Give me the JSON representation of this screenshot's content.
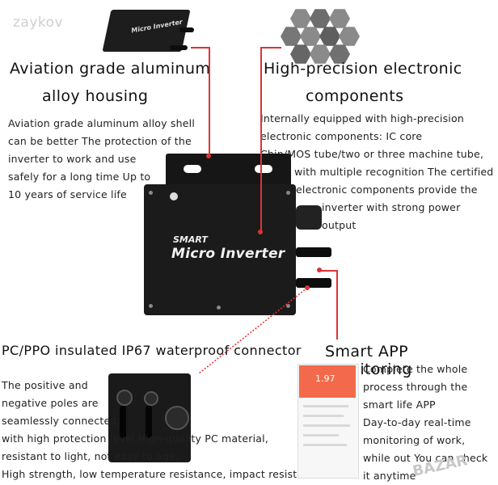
{
  "watermark": "zaykov",
  "housing": {
    "title_line1": "Aviation grade aluminum",
    "title_line2": "alloy housing",
    "text": [
      "Aviation grade aluminum alloy shell",
      "can be better The protection of the",
      "inverter to work and use",
      "safely for a long time Up to",
      "10 years of service life"
    ]
  },
  "components": {
    "title_line1": "High-precision electronic",
    "title_line2": "components",
    "text": [
      "Internally equipped with high-precision",
      "electronic components: IC core",
      "Chip/MOS tube/two or three machine tube,",
      "with multiple recognition The certified",
      "electronic components provide the",
      "inverter with strong power output"
    ]
  },
  "product": {
    "label_small": "SMART",
    "label_big": "Micro Inverter",
    "mini_label": "Micro Inverter"
  },
  "connector": {
    "title": "PC/PPO insulated IP67 waterproof connector",
    "text": [
      "The positive and",
      "negative poles are",
      "seamlessly connected,",
      "with high protection level.High-quality PC material,",
      "resistant to light, not easy to age,",
      "High strength, low temperature resistance, impact resistance"
    ]
  },
  "app": {
    "title": "Smart APP monitoring",
    "text": [
      "Complete the whole",
      "process through the",
      "smart life APP",
      "Day-to-day real-time",
      "monitoring of work,",
      "while out You can check",
      "it anytime"
    ],
    "phone_value": "1.97"
  },
  "colors": {
    "accent_line": "#dd3333",
    "app_header": "#f26a4b"
  }
}
